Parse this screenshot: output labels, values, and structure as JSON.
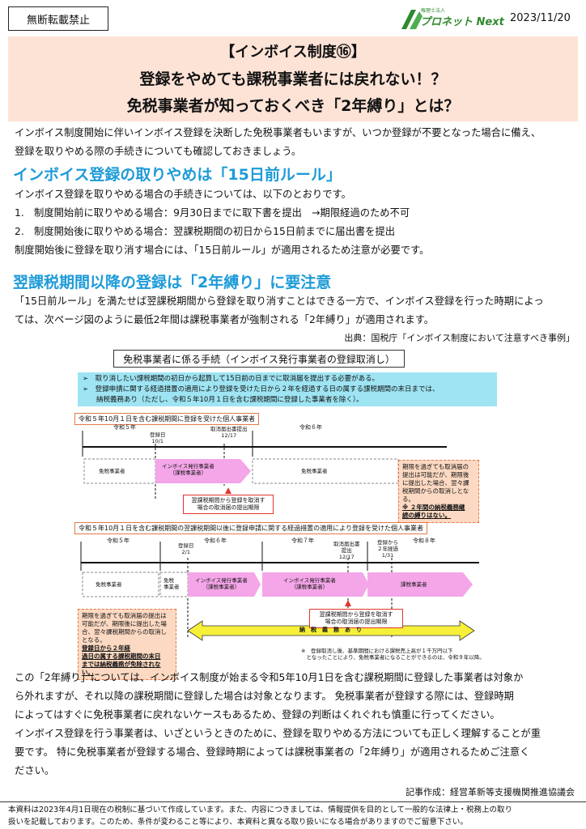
{
  "header": {
    "no_reprint": "無断転載禁止",
    "logo_sub": "報理士法人",
    "logo_text": "プロネット Next",
    "date": "2023/11/20"
  },
  "banner": {
    "line1": "【インボイス制度⑯】",
    "line2": "登録をやめても課税事業者には戻れない！？",
    "line3": "免税事業者が知っておくべき「2年縛り」とは？"
  },
  "intro": [
    "インボイス制度開始に伴いインボイス登録を決断した免税事業者もいますが、いつか登録が不要となった場合に備え、",
    "登録を取りやめる際の手続きについても確認しておきましょう。"
  ],
  "section1": {
    "heading": "インボイス登録の取りやめは「15日前ルール」",
    "lines": [
      "インボイス登録を取りやめる場合の手続きについては、以下のとおりです。",
      "1.　制度開始前に取りやめる場合：9月30日までに取下書を提出　→期限経過のため不可",
      "2.　制度開始後に取りやめる場合：翌課税期間の初日から15日前までに届出書を提出",
      "制度開始後に登録を取り消す場合には、「15日前ルール」が適用されるため注意が必要です。"
    ]
  },
  "section2": {
    "heading": "翌課税期間以降の登録は「2年縛り」に要注意",
    "lines": [
      "「15日前ルール」を満たせば翌課税期間から登録を取り消すことはできる一方で、インボイス登録を行った時期によっ",
      "ては、次ページ図のように最低2年間は課税事業者が強制される「2年縛り」が適用されます。"
    ],
    "source": "出典：国税庁「インボイス制度において注意すべき事例」"
  },
  "diagram": {
    "title": "免税事業者に係る手続（インボイス発行事業者の登録取消し）",
    "notes": [
      "➢　取り消したい課税期間の初日から起算して15日前の日までに取消届を提出する必要がある。",
      "➢　登録申請に関する経過措置の適用により登録を受けた日から２年を経過する日の属する課税期間の末日までは、",
      "　　納税義務あり（ただし、令和５年10月１日を含む課税期間に登録した事業者を除く）。"
    ],
    "case1": {
      "label": "令和５年10月１日を含む課税期間に登録を受けた個人事業者",
      "year1": "令和５年",
      "year2": "令和６年",
      "reg_date_label": "登録日",
      "reg_date": "10/1",
      "deadline_label": "取消届出書提出",
      "deadline": "12/17",
      "exempt1": "免税事業者",
      "invoice": "インボイス発行事業者",
      "invoice_sub": "（課税事業者）",
      "exempt2": "免税事業者",
      "redbox": [
        "翌課税期間から登録を取消す",
        "場合の取消届の提出期限"
      ],
      "side_note": [
        "期限を過ぎても取消届の",
        "提出は可能だが、期限後",
        "に提出した場合、翌々課",
        "税期間からの取消しとなる。"
      ],
      "side_note_bold": [
        "※ ２年間の納税義務継",
        "続の縛りはない。"
      ]
    },
    "case2": {
      "label": "令和５年10月１日を含む課税期間の翌課税期間以後に登録申請に関する経過措置の適用により登録を受けた個人事業者",
      "year1": "令和５年",
      "year2": "令和６年",
      "year3": "令和７年",
      "year4": "令和８年",
      "reg_date_label": "登録日",
      "reg_date": "2/1",
      "deadline_label": "取消届出書",
      "deadline_label2": "提出",
      "deadline": "12/17",
      "two_year_label": "登録から",
      "two_year_label2": "２年経過",
      "two_year_date": "1/31",
      "exempt": "免税事業者",
      "exempt_short1": "免税",
      "exempt_short2": "事業者",
      "invoice1": "インボイス発行事業者",
      "invoice1_sub": "（課税事業者）",
      "invoice2": "インボイス発行事業者",
      "invoice2_sub": "（課税事業者）",
      "taxable": "課税事業者",
      "redbox": [
        "翌課税期間から登録を取消す",
        "場合の取消届の提出期限"
      ],
      "side_note": [
        "期限を過ぎても取消届の提出は",
        "可能だが、期限後に提出した場",
        "合、翌々課税期間からの取消し",
        "となる。"
      ],
      "side_note_bold": [
        "登録日から２年経",
        "過日の属する課税期間の末日",
        "までは納税義務が免除されない。"
      ],
      "tax_duty": "納　税　義　務　あ　り",
      "footnote": [
        "※　登録取消し後、基準期間における課税売上高が１千万円以下",
        "　となったことにより、免税事業者になることができるのは、令和９年以降。"
      ]
    }
  },
  "closing": [
    "この「2年縛り」については、インボイス制度が始まる令和5年10月1日を含む課税期間に登録した事業者は対象か",
    "ら外れますが、それ以降の課税期間に登録した場合は対象となります。 免税事業者が登録する際には、登録時期",
    "によってはすぐに免税事業者に戻れないケースもあるため、登録の判断はくれぐれも慎重に行ってください。",
    "インボイス登録を行う事業者は、いざというときのために、登録を取りやめる方法についても正しく理解することが重",
    "要です。 特に免税事業者が登録する場合、登録時期によっては課税事業者の「2年縛り」が適用されるためご注意く",
    "ださい。"
  ],
  "author": "記事作成：経営革新等支援機関推進協議会",
  "footer": [
    "本資料は2023年4月1日現在の税制に基づいて作成しています。また、内容につきましては、情報提供を目的として一般的な法律上・税務上の取り",
    "扱いを記載しております。このため、条件が変わること等により、本資料と異なる取り扱いになる場合がありますのでご留意下さい。"
  ],
  "colors": {
    "banner_bg": "#fde3d6",
    "heading_blue": "#1e9bd8",
    "note_cyan": "#9ee4f3",
    "invoice_pink": "#f4a6e8",
    "tax_yellow": "#f7f03a",
    "red": "#e0352c",
    "logo_green": "#2f8a2f"
  }
}
